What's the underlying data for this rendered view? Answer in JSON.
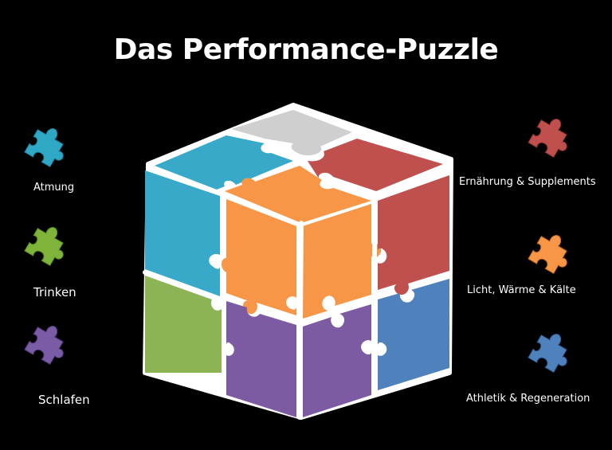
{
  "title": "Das Performance-Puzzle",
  "left_items": [
    {
      "label": "Atmung",
      "color": "#2fa8c6",
      "icon": "puzzle-piece-icon"
    },
    {
      "label": "Trinken",
      "color": "#7fb33a",
      "icon": "puzzle-piece-icon"
    },
    {
      "label": "Schlafen",
      "color": "#7a5ba6",
      "icon": "puzzle-piece-icon"
    }
  ],
  "right_items": [
    {
      "label": "Ernährung & Supplements",
      "color": "#c0504d",
      "icon": "puzzle-piece-icon"
    },
    {
      "label": "Licht, Wärme & Kälte",
      "color": "#f79646",
      "icon": "puzzle-piece-icon"
    },
    {
      "label": "Athletik & Regeneration",
      "color": "#4f81bd",
      "icon": "puzzle-piece-icon"
    }
  ],
  "cube_colors": {
    "gray": "#cfcfcf",
    "cyan": "#38a9c9",
    "red": "#c0504d",
    "orange": "#f79646",
    "green": "#8db454",
    "purple": "#7c5ba3",
    "blue": "#4f81bd"
  }
}
